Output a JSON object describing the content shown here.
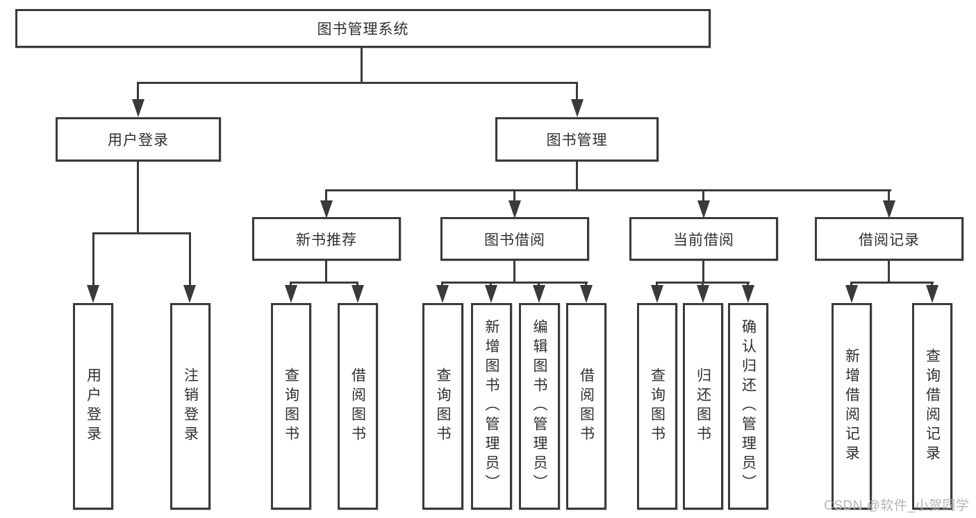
{
  "diagram": {
    "root": {
      "label": "图书管理系统"
    },
    "level2": [
      {
        "label": "用户登录"
      },
      {
        "label": "图书管理"
      }
    ],
    "level3": [
      {
        "label": "新书推荐"
      },
      {
        "label": "图书借阅"
      },
      {
        "label": "当前借阅"
      },
      {
        "label": "借阅记录"
      }
    ],
    "leaves": [
      {
        "label": "用户登录"
      },
      {
        "label": "注销登录"
      },
      {
        "label": "查询图书"
      },
      {
        "label": "借阅图书"
      },
      {
        "label": "查询图书"
      },
      {
        "label": "新增图书（管理员）"
      },
      {
        "label": "编辑图书（管理员）"
      },
      {
        "label": "借阅图书"
      },
      {
        "label": "查询图书"
      },
      {
        "label": "归还图书"
      },
      {
        "label": "确认归还（管理员）"
      },
      {
        "label": "新增借阅记录"
      },
      {
        "label": "查询借阅记录"
      }
    ],
    "watermark": "CSDN @软件_小贺同学",
    "colors": {
      "line": "#3a3a3a",
      "text": "#2f2f2f",
      "watermark": "#b4b4b4",
      "background": "#ffffff"
    }
  }
}
